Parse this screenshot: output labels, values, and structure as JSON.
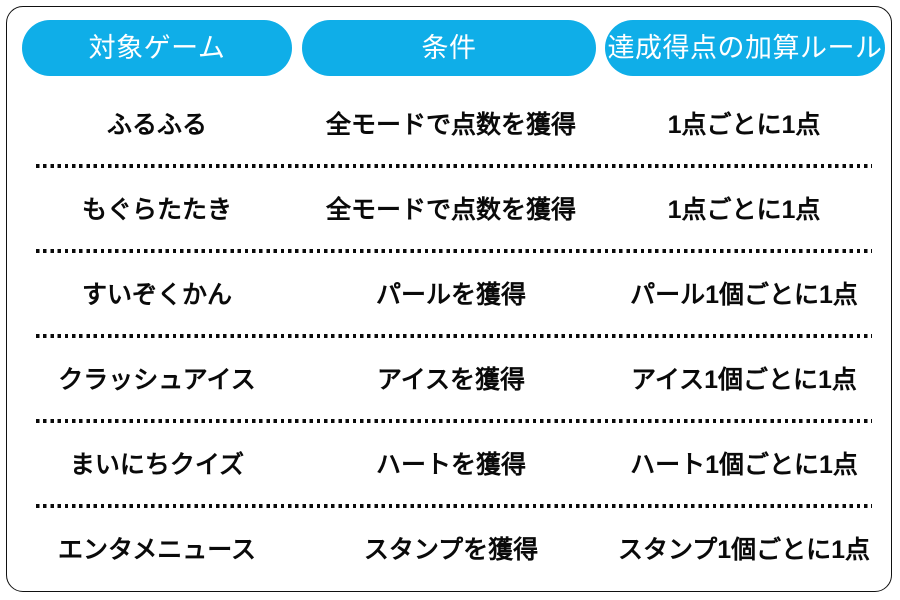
{
  "table": {
    "headers": [
      {
        "label": "対象ゲーム"
      },
      {
        "label": "条件"
      },
      {
        "label": "達成得点の加算ルール"
      }
    ],
    "header_color": "#0faee8",
    "header_text_color": "#ffffff",
    "body_text_color": "#0a0a0a",
    "rows": [
      {
        "game": "ふるふる",
        "condition": "全モードで点数を獲得",
        "rule": "1点ごとに1点"
      },
      {
        "game": "もぐらたたき",
        "condition": "全モードで点数を獲得",
        "rule": "1点ごとに1点"
      },
      {
        "game": "すいぞくかん",
        "condition": "パールを獲得",
        "rule": "パール1個ごとに1点"
      },
      {
        "game": "クラッシュアイス",
        "condition": "アイスを獲得",
        "rule": "アイス1個ごとに1点"
      },
      {
        "game": "まいにちクイズ",
        "condition": "ハートを獲得",
        "rule": "ハート1個ごとに1点"
      },
      {
        "game": "エンタメニュース",
        "condition": "スタンプを獲得",
        "rule": "スタンプ1個ごとに1点"
      }
    ]
  }
}
